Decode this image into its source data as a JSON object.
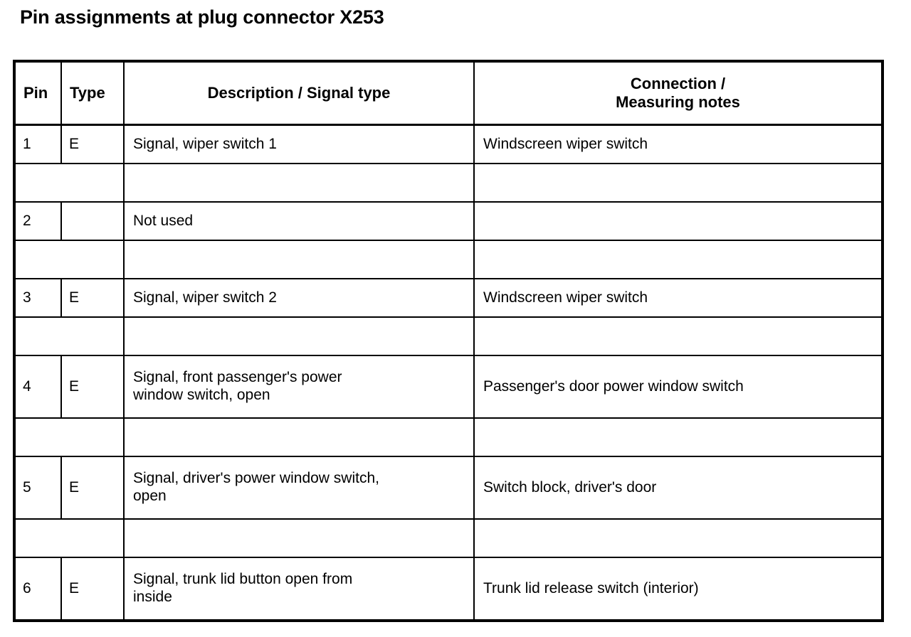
{
  "document": {
    "title": "Pin assignments at plug connector X253"
  },
  "table": {
    "headers": {
      "pin": "Pin",
      "type": "Type",
      "description": "Description / Signal type",
      "connection_line1": "Connection /",
      "connection_line2": "Measuring notes"
    },
    "rows": [
      {
        "pin": "1",
        "type": "E",
        "description_line1": "Signal, wiper switch 1",
        "description_line2": "",
        "connection": "Windscreen wiper switch"
      },
      {
        "pin": "2",
        "type": "",
        "description_line1": "Not used",
        "description_line2": "",
        "connection": ""
      },
      {
        "pin": "3",
        "type": "E",
        "description_line1": "Signal, wiper switch 2",
        "description_line2": "",
        "connection": "Windscreen wiper switch"
      },
      {
        "pin": "4",
        "type": "E",
        "description_line1": "Signal, front passenger's power",
        "description_line2": "window switch, open",
        "connection": "Passenger's door power window switch"
      },
      {
        "pin": "5",
        "type": "E",
        "description_line1": "Signal, driver's power window switch,",
        "description_line2": "open",
        "connection": "Switch block, driver's door"
      },
      {
        "pin": "6",
        "type": "E",
        "description_line1": "Signal, trunk lid button open from",
        "description_line2": "inside",
        "connection": "Trunk lid release switch (interior)"
      }
    ]
  },
  "style": {
    "border_color": "#000000",
    "background_color": "#ffffff",
    "text_color": "#000000"
  }
}
